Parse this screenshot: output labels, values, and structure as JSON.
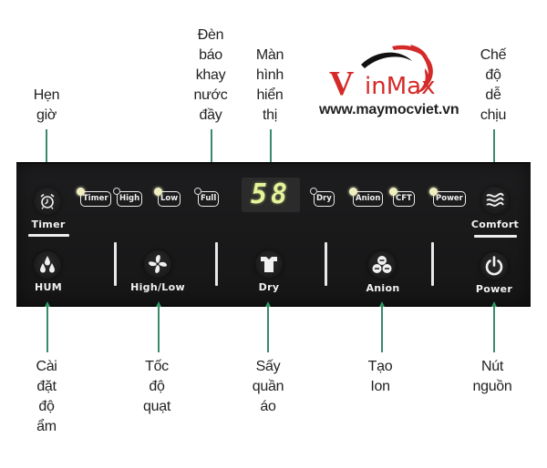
{
  "brand": {
    "logo_letter": "V",
    "logo_text": "inMax",
    "website": "www.maymocviet.vn",
    "colors": {
      "brand_red": "#d42a2a",
      "swoosh_black": "#111111"
    }
  },
  "top_labels": [
    {
      "id": "timer",
      "lines": [
        "Hẹn",
        "giờ"
      ]
    },
    {
      "id": "full-tank",
      "lines": [
        "Đèn",
        "báo",
        "khay",
        "nước",
        "đầy"
      ]
    },
    {
      "id": "display",
      "lines": [
        "Màn",
        "hình",
        "hiển",
        "thị"
      ]
    },
    {
      "id": "comfort",
      "lines": [
        "Chế",
        "độ",
        "dễ",
        "chịu"
      ]
    }
  ],
  "bottom_labels": [
    {
      "id": "hum",
      "lines": [
        "Cài",
        "đặt",
        "độ",
        "ẩm"
      ]
    },
    {
      "id": "fan",
      "lines": [
        "Tốc",
        "độ",
        "quạt"
      ]
    },
    {
      "id": "dry",
      "lines": [
        "Sấy",
        "quần",
        "áo"
      ]
    },
    {
      "id": "anion",
      "lines": [
        "Tạo",
        "Ion"
      ]
    },
    {
      "id": "power",
      "lines": [
        "Nút",
        "nguồn"
      ]
    }
  ],
  "panel": {
    "display_value": "58",
    "buttons": {
      "timer": {
        "label": "Timer",
        "icon": "alarm-clock-icon"
      },
      "comfort": {
        "label": "Comfort",
        "icon": "waves-icon"
      },
      "hum": {
        "label": "HUM",
        "icon": "water-drops-icon"
      },
      "fan": {
        "label": "High/Low",
        "icon": "fan-icon"
      },
      "dry": {
        "label": "Dry",
        "icon": "shirt-icon"
      },
      "anion": {
        "label": "Anion",
        "icon": "anion-icon"
      },
      "power": {
        "label": "Power",
        "icon": "power-icon"
      }
    },
    "indicators": [
      {
        "label": "Timer",
        "state": "on"
      },
      {
        "label": "High",
        "state": "off"
      },
      {
        "label": "Low",
        "state": "on"
      },
      {
        "label": "Full",
        "state": "off"
      },
      {
        "label": "Dry",
        "state": "off"
      },
      {
        "label": "Anion",
        "state": "on"
      },
      {
        "label": "CFT",
        "state": "on"
      },
      {
        "label": "Power",
        "state": "on"
      }
    ],
    "colors": {
      "panel_bg": "#1a1a1b",
      "led_on": "#efeec0",
      "display_digits": "#e5f39a",
      "leader_line": "#3a8a6a"
    }
  }
}
